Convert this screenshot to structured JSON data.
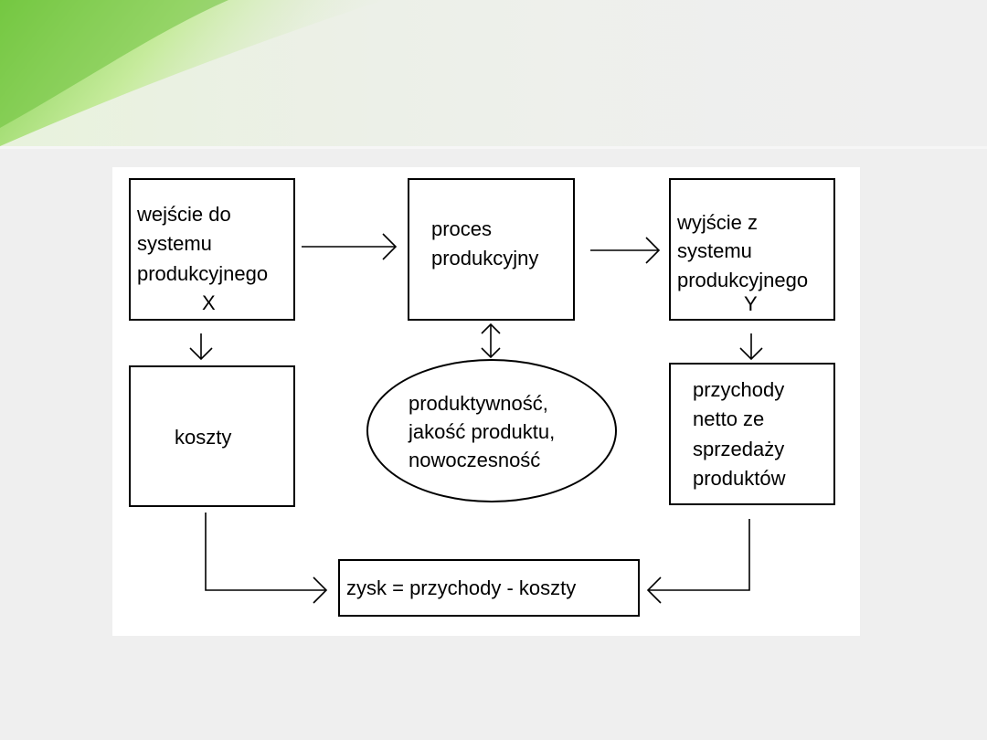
{
  "slide": {
    "accent_colors": [
      "#7fcf4a",
      "#b4e27c",
      "#dff1c7"
    ]
  },
  "diagram": {
    "input_box": {
      "lines": [
        "wejście do",
        "systemu",
        "produkcyjnego",
        "X"
      ]
    },
    "process_box": {
      "lines": [
        "proces",
        "produkcyjny"
      ]
    },
    "output_box": {
      "lines": [
        "wyjście z",
        "systemu",
        "produkcyjnego",
        "Y"
      ]
    },
    "costs_box": {
      "text": "koszty"
    },
    "quality_ellipse": {
      "lines": [
        "produktywność,",
        "jakość produktu,",
        "nowoczesność"
      ]
    },
    "revenue_box": {
      "lines": [
        "przychody",
        "netto ze",
        "sprzedaży",
        "produktów"
      ]
    },
    "profit_box": {
      "text": "zysk = przychody - koszty"
    }
  }
}
